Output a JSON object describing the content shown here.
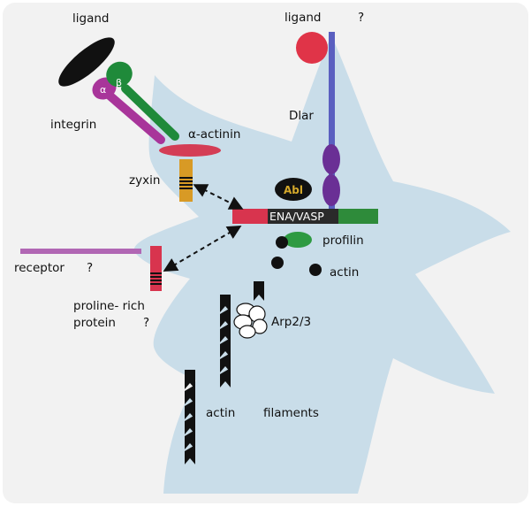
{
  "labels": {
    "ligand_left": "ligand",
    "ligand_right": "ligand",
    "ligand_right_q": "?",
    "integrin": "integrin",
    "alpha_sub": "α",
    "beta_sub": "β",
    "alpha_actinin": "α-actinin",
    "dlar": "Dlar",
    "abl": "Abl",
    "zyxin": "zyxin",
    "ena_vasp": "ENA/VASP",
    "profilin": "profilin",
    "actin": "actin",
    "receptor": "receptor",
    "receptor_q": "?",
    "proline_rich_1": "proline- rich",
    "proline_rich_2": "protein",
    "proline_rich_q": "?",
    "arp": "Arp2/3",
    "actin_filaments_1": "actin",
    "actin_filaments_2": "filaments"
  },
  "colors": {
    "cell": "#c9dde9",
    "background": "#f2f2f2",
    "integrin_alpha": "#a8359a",
    "integrin_beta": "#1f8a3a",
    "alpha_actinin": "#d43d55",
    "zyxin": "#d89a25",
    "dlar_stem": "#5a5fc0",
    "dlar_domains": "#6a2f95",
    "ligand_red": "#e03448",
    "ena_red": "#d8344e",
    "ena_green": "#2e8b3a",
    "ena_center": "#2a2a2a",
    "profilin": "#2e9a42",
    "receptor": "#b167b4",
    "abl_text": "#d4a82b",
    "dark": "#111111"
  }
}
